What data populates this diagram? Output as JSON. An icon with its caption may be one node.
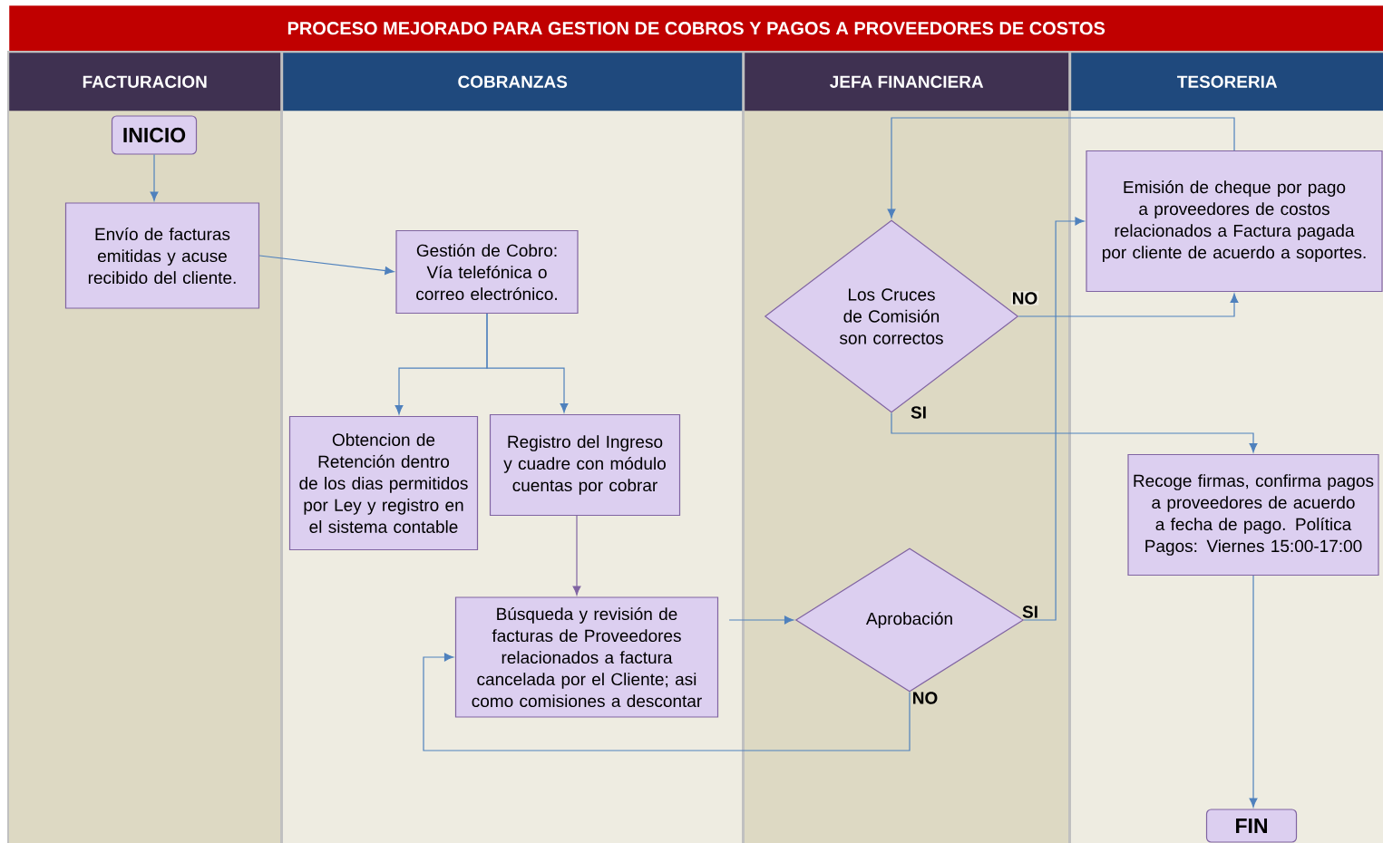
{
  "diagram": {
    "title": "PROCESO MEJORADO PARA GESTION DE COBROS Y PAGOS A PROVEEDORES DE COSTOS",
    "nodes": [
      {
        "text": [
          "FACTURACION"
        ]
      },
      {
        "text": [
          "COBRANZAS"
        ]
      },
      {
        "text": [
          "JEFA FINANCIERA"
        ]
      },
      {
        "text": [
          "TESORERIA"
        ]
      },
      {
        "text": [
          "INICIO"
        ],
        "in": 0
      },
      {
        "text": [
          "Envío de facturas emitidas y acuse recibido del cliente."
        ],
        "in": 0
      },
      {
        "text": [
          "Gestión de Cobro: Vía telefónica o correo electrónico."
        ],
        "in": 1
      },
      {
        "text": [
          "Obtencion de Retención dentro de los dias permitidos por Ley y registro en el sistema contable"
        ],
        "in": 1
      },
      {
        "text": [
          "Registro del Ingreso y cuadre con módulo cuentas por cobrar"
        ],
        "in": 1
      },
      {
        "text": [
          "Búsqueda y revisión de facturas de Proveedores relacionados a factura cancelada por el Cliente; asi como comisiones a descontar"
        ],
        "in": 1
      },
      {
        "text": [
          "Los Cruces de Comisión son correctos"
        ],
        "in": 2
      },
      {
        "text": [
          "Aprobación"
        ],
        "in": 2
      },
      {
        "text": [
          "Emisión de cheque por pago a proveedores de costos relacionados a Factura pagada por cliente de acuerdo a soportes."
        ],
        "in": 3
      },
      {
        "text": [
          "Recoge firmas, confirma pagos a proveedores de acuerdo a fecha de pago. Política Pagos: Viernes 15:00-17:00"
        ],
        "in": 3
      },
      {
        "text": [
          "FIN"
        ],
        "in": 3
      }
    ],
    "edges": [
      {
        "from": 4,
        "to": 5,
        "arrow": "to"
      },
      {
        "from": 5,
        "to": 6,
        "arrow": "to"
      },
      {
        "from": 6,
        "to": 7,
        "arrow": "to"
      },
      {
        "from": 6,
        "to": 8,
        "arrow": "to"
      },
      {
        "from": 8,
        "to": 9,
        "arrow": "to",
        "color": "#8064a2"
      },
      {
        "from": 9,
        "to": 11,
        "arrow": "to"
      },
      {
        "from": 11,
        "to": 12,
        "arrow": "to",
        "label": "SI"
      },
      {
        "from": 11,
        "to": 9,
        "arrow": "to",
        "label": "NO"
      },
      {
        "from": 12,
        "to": 10,
        "arrow": "to"
      },
      {
        "from": 10,
        "to": 12,
        "arrow": "to",
        "label": "NO"
      },
      {
        "from": 10,
        "to": 13,
        "arrow": "to",
        "label": "SI"
      },
      {
        "from": 13,
        "to": 14,
        "arrow": "to"
      }
    ]
  }
}
